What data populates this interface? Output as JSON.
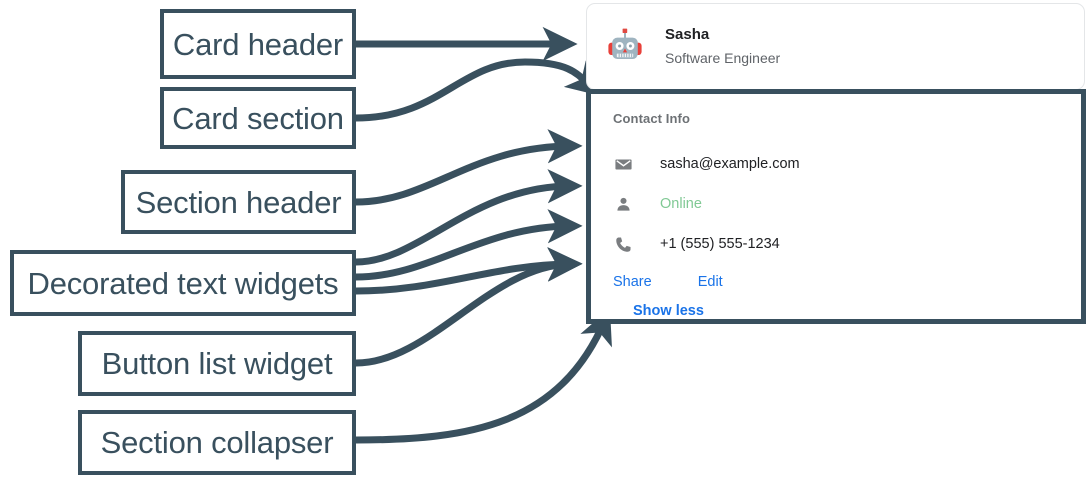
{
  "annotations": [
    {
      "id": "card-header",
      "label": "Card header"
    },
    {
      "id": "card-section",
      "label": "Card section"
    },
    {
      "id": "section-header",
      "label": "Section header"
    },
    {
      "id": "decorated-text",
      "label": "Decorated text widgets"
    },
    {
      "id": "button-list",
      "label": "Button list widget"
    },
    {
      "id": "section-collapser",
      "label": "Section collapser"
    }
  ],
  "card": {
    "header": {
      "avatar_icon": "robot-avatar-icon",
      "title": "Sasha",
      "subtitle": "Software Engineer"
    },
    "section": {
      "header": "Contact Info",
      "rows": [
        {
          "icon": "email-icon",
          "text": "sasha@example.com",
          "status": "normal"
        },
        {
          "icon": "person-icon",
          "text": "Online",
          "status": "online"
        },
        {
          "icon": "phone-icon",
          "text": "+1 (555) 555-1234",
          "status": "normal"
        }
      ],
      "buttons": [
        {
          "label": "Share"
        },
        {
          "label": "Edit"
        }
      ],
      "collapser": "Show less"
    }
  },
  "colors": {
    "annotation": "#39505e",
    "link": "#1a73e8",
    "online": "#81c995",
    "muted": "#5f6368",
    "section_header": "#6d7175",
    "text": "#202124",
    "icon": "#7a7d80",
    "card_border": "#e4e6e8"
  }
}
